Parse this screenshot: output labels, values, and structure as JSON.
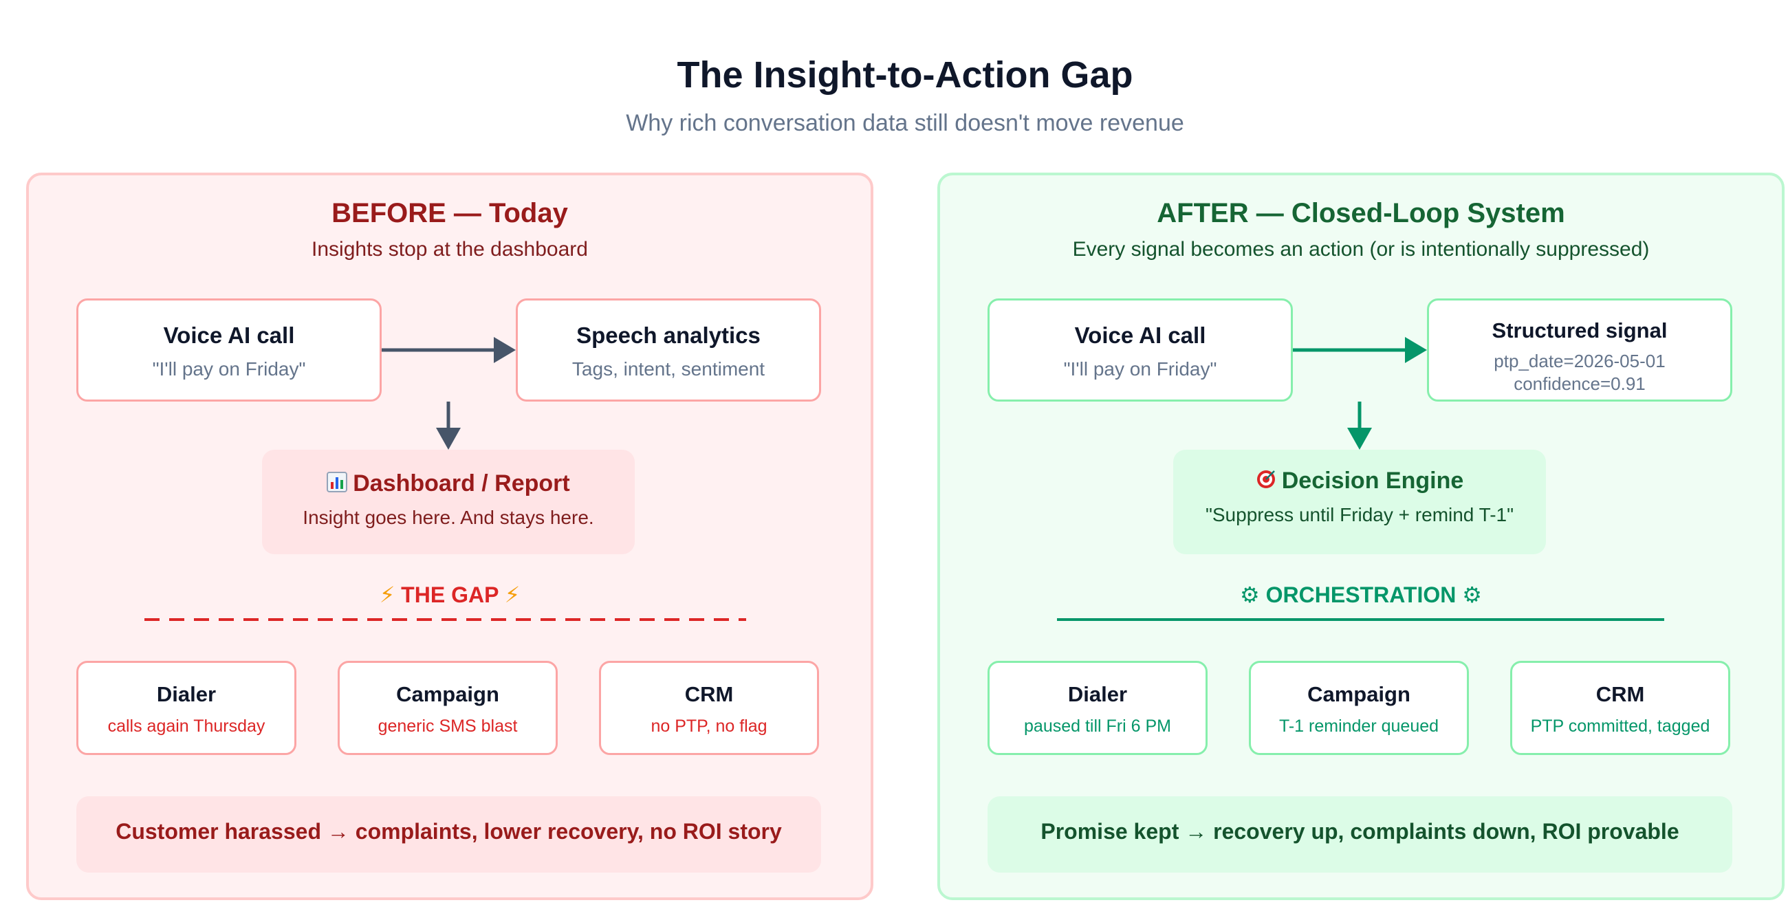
{
  "header": {
    "title": "The Insight-to-Action Gap",
    "subtitle": "Why rich conversation data still doesn't move revenue"
  },
  "before": {
    "title": "BEFORE — Today",
    "subtitle": "Insights stop at the dashboard",
    "source": {
      "title": "Voice AI call",
      "sub": "\"I'll pay on Friday\""
    },
    "analytics": {
      "title": "Speech analytics",
      "sub": "Tags, intent, sentiment"
    },
    "center": {
      "icon": "bar-chart-icon",
      "title": "Dashboard / Report",
      "sub": "Insight goes here. And stays here."
    },
    "divider_label": "THE GAP",
    "divider_icon": "lightning-icon",
    "systems": [
      {
        "title": "Dialer",
        "sub": "calls again Thursday"
      },
      {
        "title": "Campaign",
        "sub": "generic SMS blast"
      },
      {
        "title": "CRM",
        "sub": "no PTP, no flag"
      }
    ],
    "outcome": "Customer harassed → complaints, lower recovery, no ROI story"
  },
  "after": {
    "title": "AFTER — Closed-Loop System",
    "subtitle": "Every signal becomes an action (or is intentionally suppressed)",
    "source": {
      "title": "Voice AI call",
      "sub": "\"I'll pay on Friday\""
    },
    "signal": {
      "title": "Structured signal",
      "line1": "ptp_date=2026-05-01",
      "line2": "confidence=0.91"
    },
    "center": {
      "icon": "target-icon",
      "title": "Decision Engine",
      "sub": "\"Suppress until Friday + remind T-1\""
    },
    "divider_label": "ORCHESTRATION",
    "divider_icon": "gear-icon",
    "systems": [
      {
        "title": "Dialer",
        "sub": "paused till Fri 6 PM"
      },
      {
        "title": "Campaign",
        "sub": "T-1 reminder queued"
      },
      {
        "title": "CRM",
        "sub": "PTP committed, tagged"
      }
    ],
    "outcome": "Promise kept → recovery up, complaints down, ROI provable"
  },
  "colors": {
    "before_accent": "#991b1b",
    "before_alert": "#dc2626",
    "after_accent": "#166534",
    "after_line": "#059669",
    "arrow_dark": "#475569"
  }
}
